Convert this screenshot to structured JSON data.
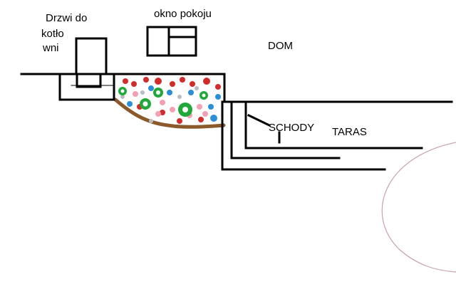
{
  "labels": {
    "boiler_door_line1": "Drzwi do",
    "boiler_door_line2": "kotło",
    "boiler_door_line3": "wni",
    "room_window": "okno pokoju",
    "house": "DOM",
    "stairs": "SCHODY",
    "terrace": "TARAS"
  },
  "colors": {
    "ink": "#000000",
    "soil": "#8b5a2b",
    "flower_red": "#d22b2b",
    "flower_pink": "#f2a0b4",
    "flower_blue": "#2a8fd6",
    "flower_green": "#22a83a",
    "flower_grey": "#b8bcc4",
    "arc": "#c8a0b4",
    "background": "#ffffff"
  }
}
